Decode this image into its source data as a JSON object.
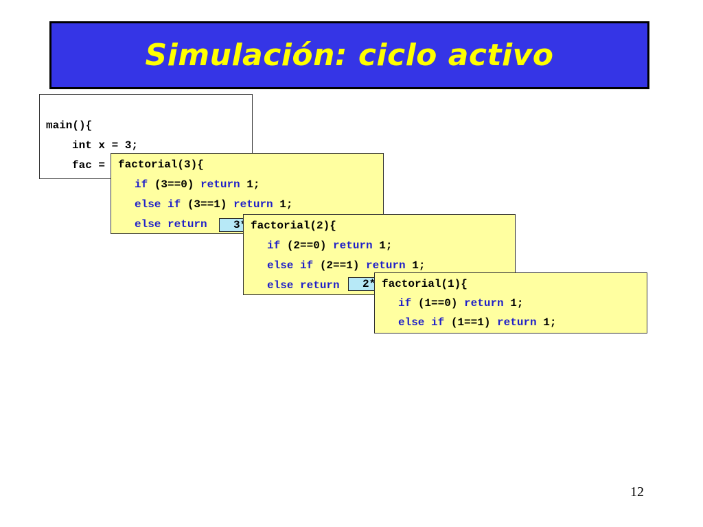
{
  "title": "Simulación: ciclo activo",
  "page_number": "12",
  "frames": {
    "main": {
      "l1": "main(){",
      "l2": "int x = 3;",
      "l3": "fac ="
    },
    "f3": {
      "header": "factorial(3){",
      "l1_kw": "if",
      "l1_cond": "(3==0)",
      "l1_ret": "return",
      "l1_val": "1;",
      "l2_kw": "else if",
      "l2_cond": "(3==1)",
      "l2_ret": "return",
      "l2_val": "1;",
      "l3_kw": "else return",
      "badge": "3*"
    },
    "f2": {
      "header": "factorial(2){",
      "l1_kw": "if",
      "l1_cond": "(2==0)",
      "l1_ret": "return",
      "l1_val": "1;",
      "l2_kw": "else if",
      "l2_cond": "(2==1)",
      "l2_ret": "return",
      "l2_val": "1;",
      "l3_kw": "else return",
      "badge": "2*"
    },
    "f1": {
      "header": "factorial(1){",
      "l1_kw": "if",
      "l1_cond": "(1==0)",
      "l1_ret": "return",
      "l1_val": "1;",
      "l2_kw": "else if",
      "l2_cond": "(1==1)",
      "l2_ret": "return",
      "l2_val": "1;"
    }
  },
  "colors": {
    "title_bg": "#3535e6",
    "title_text": "#ffff00",
    "frame_bg": "#ffffa0",
    "keyword": "#1f1fc8",
    "badge_bg": "#b7e9f7"
  }
}
